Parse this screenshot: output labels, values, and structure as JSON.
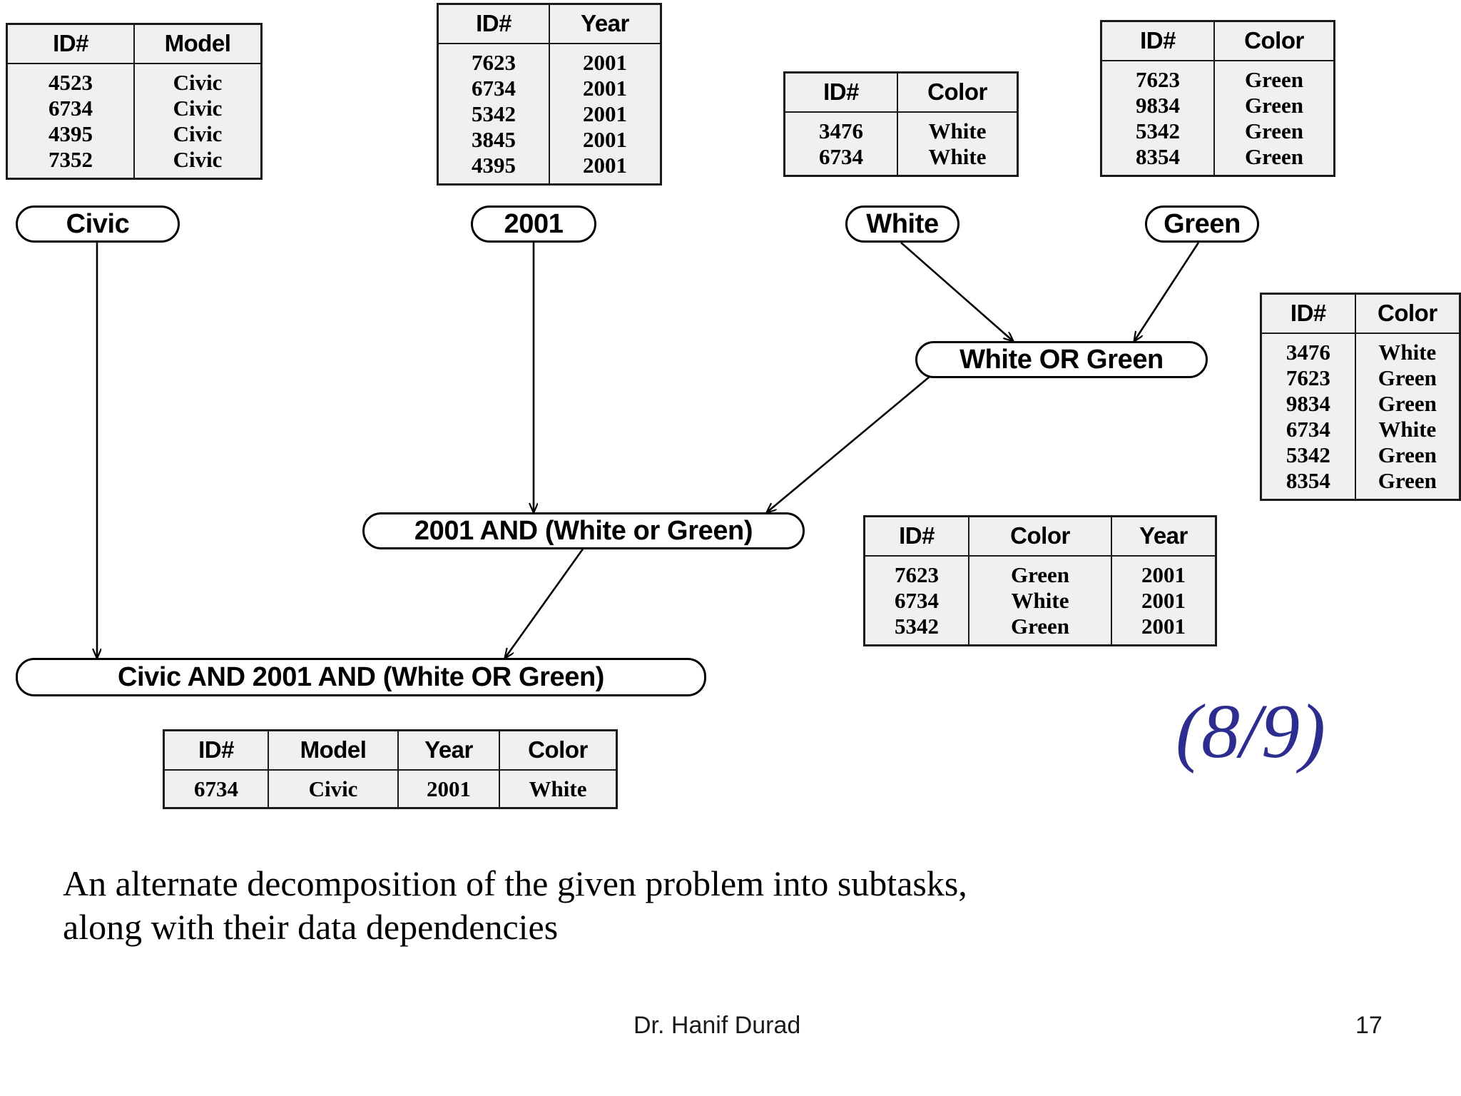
{
  "slide": {
    "caption": "An alternate decomposition of the given problem into subtasks,\n along with their data dependencies",
    "marker": "(8/9)",
    "marker_color": "#2d2d8f",
    "footer_author": "Dr. Hanif Durad",
    "footer_page": "17"
  },
  "nodes": {
    "civic": "Civic",
    "year2001": "2001",
    "white": "White",
    "green": "Green",
    "white_or_green": "White OR Green",
    "and_2001_color": "2001 AND (White or Green)",
    "final": "Civic AND 2001 AND (White OR Green)"
  },
  "tables": {
    "model": {
      "headers": [
        "ID#",
        "Model"
      ],
      "rows": [
        [
          "4523",
          "Civic"
        ],
        [
          "6734",
          "Civic"
        ],
        [
          "4395",
          "Civic"
        ],
        [
          "7352",
          "Civic"
        ]
      ]
    },
    "year": {
      "headers": [
        "ID#",
        "Year"
      ],
      "rows": [
        [
          "7623",
          "2001"
        ],
        [
          "6734",
          "2001"
        ],
        [
          "5342",
          "2001"
        ],
        [
          "3845",
          "2001"
        ],
        [
          "4395",
          "2001"
        ]
      ]
    },
    "white": {
      "headers": [
        "ID#",
        "Color"
      ],
      "rows": [
        [
          "3476",
          "White"
        ],
        [
          "6734",
          "White"
        ]
      ]
    },
    "green": {
      "headers": [
        "ID#",
        "Color"
      ],
      "rows": [
        [
          "7623",
          "Green"
        ],
        [
          "9834",
          "Green"
        ],
        [
          "5342",
          "Green"
        ],
        [
          "8354",
          "Green"
        ]
      ]
    },
    "white_or_green": {
      "headers": [
        "ID#",
        "Color"
      ],
      "rows": [
        [
          "3476",
          "White"
        ],
        [
          "7623",
          "Green"
        ],
        [
          "9834",
          "Green"
        ],
        [
          "6734",
          "White"
        ],
        [
          "5342",
          "Green"
        ],
        [
          "8354",
          "Green"
        ]
      ]
    },
    "color_year": {
      "headers": [
        "ID#",
        "Color",
        "Year"
      ],
      "rows": [
        [
          "7623",
          "Green",
          "2001"
        ],
        [
          "6734",
          "White",
          "2001"
        ],
        [
          "5342",
          "Green",
          "2001"
        ]
      ]
    },
    "final": {
      "headers": [
        "ID#",
        "Model",
        "Year",
        "Color"
      ],
      "rows": [
        [
          "6734",
          "Civic",
          "2001",
          "White"
        ]
      ]
    }
  }
}
